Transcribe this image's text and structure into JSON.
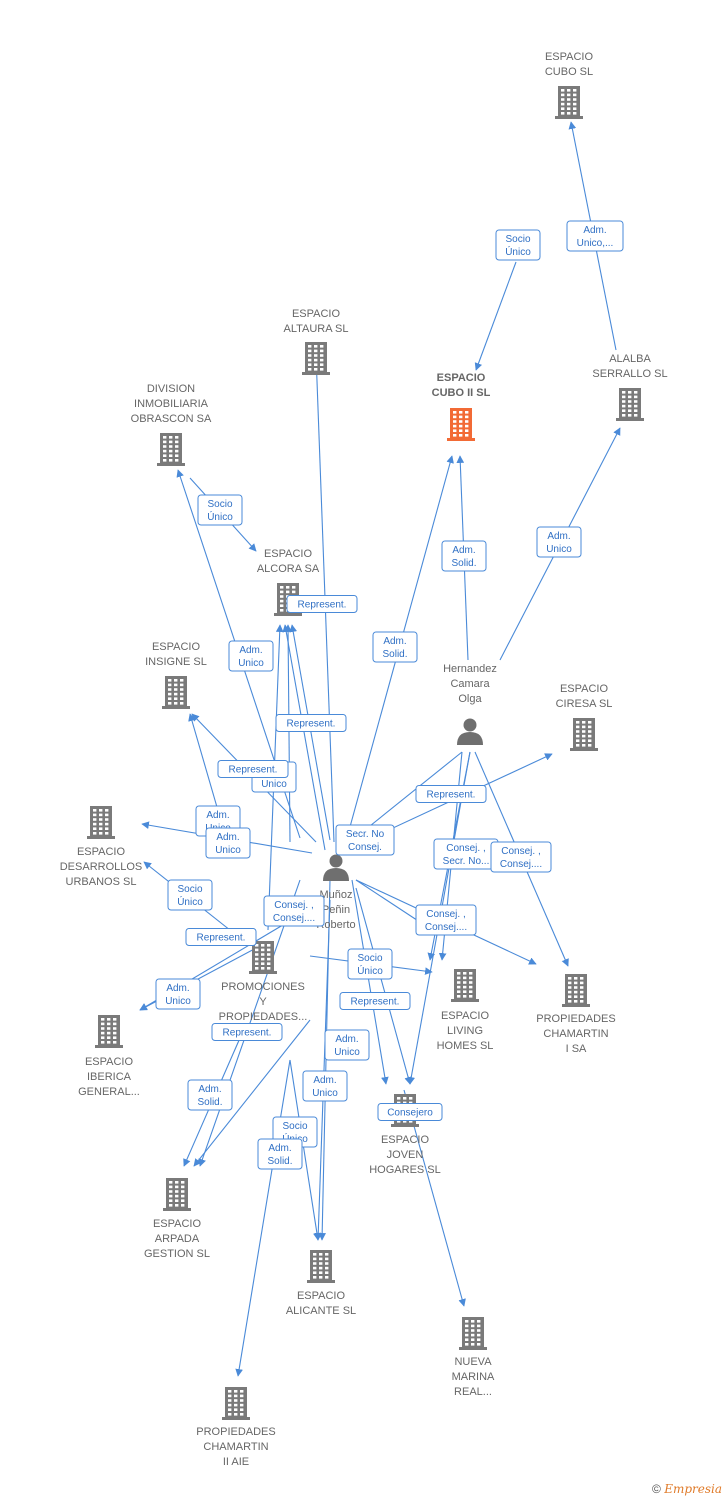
{
  "colors": {
    "edge": "#4a8ad8",
    "company": "#7a7a7a",
    "focus_company": "#f26a35",
    "person": "#6f6f6f",
    "label": "#666666"
  },
  "nodes": [
    {
      "id": "cubo_sl",
      "type": "company",
      "label": [
        "ESPACIO",
        "CUBO SL"
      ]
    },
    {
      "id": "cubo_ii",
      "type": "company",
      "focus": true,
      "label": [
        "ESPACIO",
        "CUBO II SL"
      ]
    },
    {
      "id": "altaura",
      "type": "company",
      "label": [
        "ESPACIO",
        "ALTAURA SL"
      ]
    },
    {
      "id": "alalba",
      "type": "company",
      "label": [
        "ALALBA",
        "SERRALLO SL"
      ]
    },
    {
      "id": "division",
      "type": "company",
      "label": [
        "DIVISION",
        "INMOBILIARIA",
        "OBRASCON SA"
      ]
    },
    {
      "id": "alcora",
      "type": "company",
      "label": [
        "ESPACIO",
        "ALCORA SA"
      ]
    },
    {
      "id": "insigne",
      "type": "company",
      "label": [
        "ESPACIO",
        "INSIGNE SL"
      ]
    },
    {
      "id": "ciresa",
      "type": "company",
      "label": [
        "ESPACIO",
        "CIRESA SL"
      ]
    },
    {
      "id": "hernandez",
      "type": "person",
      "label": [
        "Hernandez",
        "Camara",
        "Olga"
      ]
    },
    {
      "id": "desarrollos",
      "type": "company",
      "label": [
        "ESPACIO",
        "DESARROLLOS",
        "URBANOS SL"
      ]
    },
    {
      "id": "munoz",
      "type": "person",
      "label": [
        "Muñoz",
        "Peñin",
        "Roberto"
      ]
    },
    {
      "id": "promociones",
      "type": "company",
      "label": [
        "PROMOCIONES",
        "Y",
        "PROPIEDADES..."
      ]
    },
    {
      "id": "living",
      "type": "company",
      "label": [
        "ESPACIO",
        "LIVING",
        "HOMES SL"
      ]
    },
    {
      "id": "chamartin_sa",
      "type": "company",
      "label": [
        "PROPIEDADES",
        "CHAMARTIN",
        "I SA"
      ]
    },
    {
      "id": "iberica",
      "type": "company",
      "label": [
        "ESPACIO",
        "IBERICA",
        "GENERAL..."
      ]
    },
    {
      "id": "joven",
      "type": "company",
      "label": [
        "ESPACIO",
        "JOVEN",
        "HOGARES SL"
      ]
    },
    {
      "id": "arpada",
      "type": "company",
      "label": [
        "ESPACIO",
        "ARPADA",
        "GESTION SL"
      ]
    },
    {
      "id": "alicante",
      "type": "company",
      "label": [
        "ESPACIO",
        "ALICANTE SL"
      ]
    },
    {
      "id": "nueva",
      "type": "company",
      "label": [
        "NUEVA",
        "MARINA",
        "REAL..."
      ]
    },
    {
      "id": "chamartin_ii",
      "type": "company",
      "label": [
        "PROPIEDADES",
        "CHAMARTIN",
        "II AIE"
      ]
    }
  ],
  "edges": [
    {
      "label": [
        "Socio",
        "Único"
      ]
    },
    {
      "label": [
        "Adm.",
        "Unico,..."
      ]
    },
    {
      "label": [
        "Adm.",
        "Unico"
      ]
    },
    {
      "label": [
        "Adm.",
        "Solid."
      ]
    },
    {
      "label": [
        "Socio",
        "Único"
      ]
    },
    {
      "label": [
        "Adm.",
        "Solid."
      ]
    },
    {
      "label": [
        "Represent."
      ]
    },
    {
      "label": [
        "Adm.",
        "Unico"
      ]
    },
    {
      "label": [
        "Represent."
      ]
    },
    {
      "label": [
        "Adm.",
        "Unico"
      ]
    },
    {
      "label": [
        "Represent."
      ]
    },
    {
      "label": [
        "Adm.",
        "Unico"
      ]
    },
    {
      "label": [
        "Adm.",
        "Unico"
      ]
    },
    {
      "label": [
        "Represent."
      ]
    },
    {
      "label": [
        "Secr. No",
        "Consej."
      ]
    },
    {
      "label": [
        "Consej. ,",
        "Secr. No..."
      ]
    },
    {
      "label": [
        "Consej. ,",
        "Consej...."
      ]
    },
    {
      "label": [
        "Socio",
        "Único"
      ]
    },
    {
      "label": [
        "Represent."
      ]
    },
    {
      "label": [
        "Consej. ,",
        "Consej...."
      ]
    },
    {
      "label": [
        "Consej. ,",
        "Consej...."
      ]
    },
    {
      "label": [
        "Socio",
        "Único"
      ]
    },
    {
      "label": [
        "Represent."
      ]
    },
    {
      "label": [
        "Adm.",
        "Unico"
      ]
    },
    {
      "label": [
        "Represent."
      ]
    },
    {
      "label": [
        "Adm.",
        "Solid."
      ]
    },
    {
      "label": [
        "Adm.",
        "Unico"
      ]
    },
    {
      "label": [
        "Adm.",
        "Unico"
      ]
    },
    {
      "label": [
        "Consejero"
      ]
    },
    {
      "label": [
        "Socio",
        "Único"
      ]
    },
    {
      "label": [
        "Adm.",
        "Solid."
      ]
    }
  ],
  "footer": {
    "copyright": "©",
    "brand": "Empresia"
  }
}
